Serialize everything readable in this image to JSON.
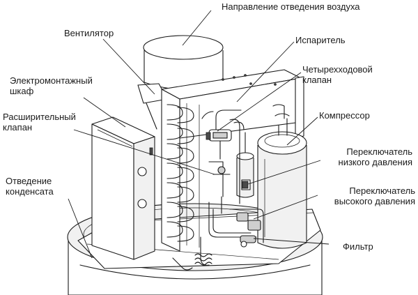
{
  "labels": {
    "air_exhaust": "Направление отведения воздуха",
    "fan": "Вентилятор",
    "evaporator": "Испаритель",
    "electrical_box_1": "Электромонтажный",
    "electrical_box_2": "шкаф",
    "four_way_valve_1": "Четырехходовой",
    "four_way_valve_2": "клапан",
    "expansion_valve_1": "Расширительный",
    "expansion_valve_2": "клапан",
    "compressor": "Компрессор",
    "low_pressure_switch_1": "Переключатель",
    "low_pressure_switch_2": "низкого давления",
    "high_pressure_switch_1": "Переключатель",
    "high_pressure_switch_2": "высокого давления",
    "condensate_drain_1": "Отведение",
    "condensate_drain_2": "конденсата",
    "filter": "Фильтр"
  }
}
